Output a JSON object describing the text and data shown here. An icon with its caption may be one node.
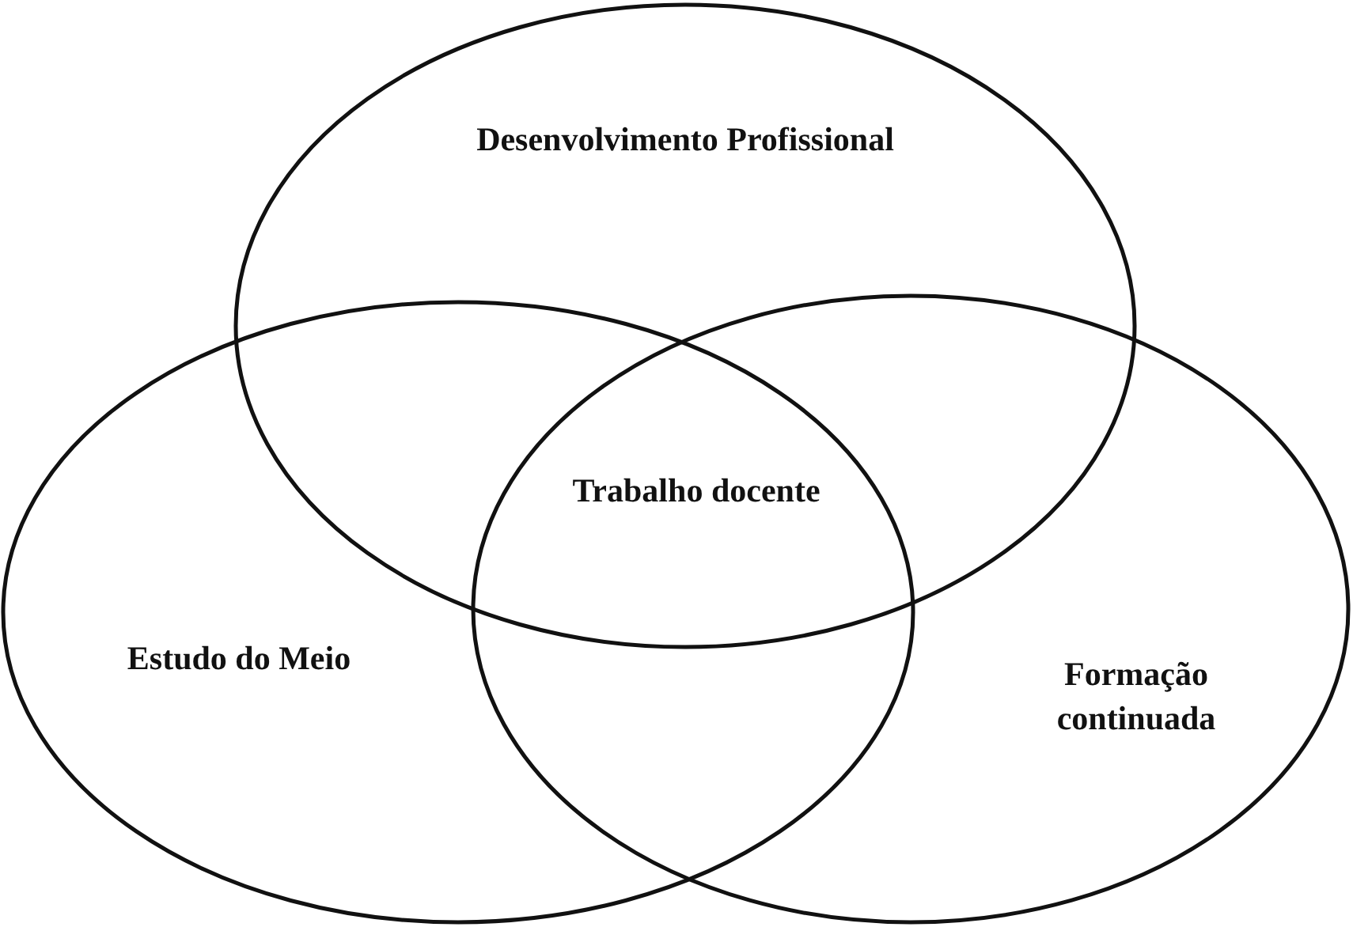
{
  "diagram": {
    "nodes": [
      {
        "text": [
          "Desenvolvimento Profissional"
        ]
      },
      {
        "text": [
          "Estudo do Meio"
        ]
      },
      {
        "text": [
          "Formação continuada"
        ]
      }
    ],
    "labels": [
      "Trabalho docente"
    ]
  }
}
